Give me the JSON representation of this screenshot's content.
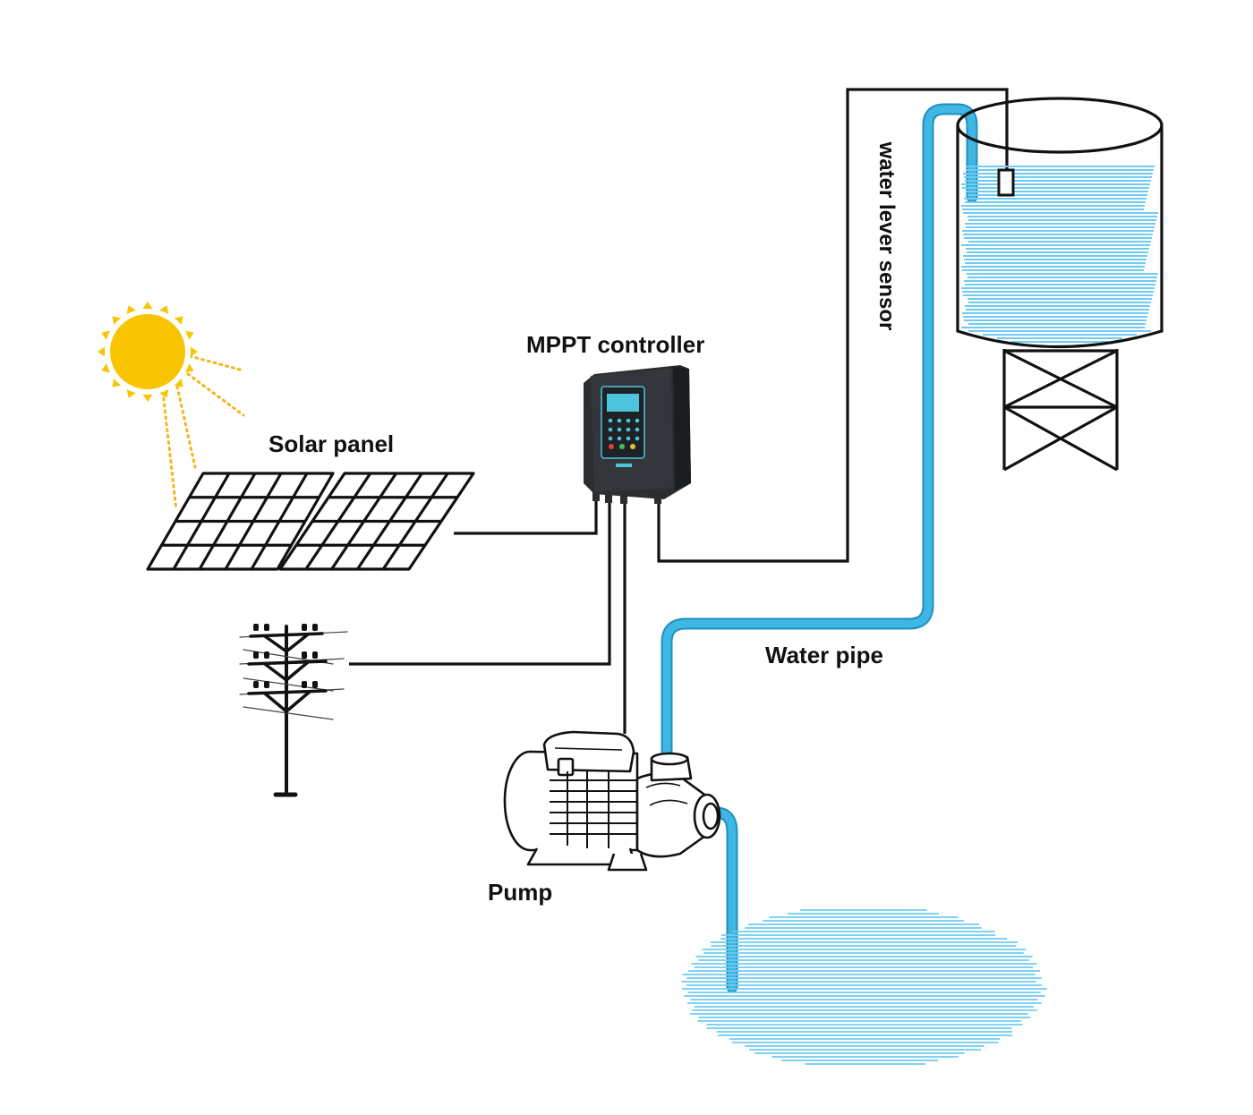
{
  "labels": {
    "mppt_controller": "MPPT controller",
    "solar_panel": "Solar panel",
    "water_pipe": "Water pipe",
    "pump": "Pump",
    "water_level_sensor": "water lever sensor"
  },
  "colors": {
    "wire": "#111111",
    "water": "#3fb6e4",
    "water_lines": "#6fcbef",
    "sun": "#f9c400",
    "sun_rays": "#f6b51a",
    "controller_body": "#2b2e31",
    "controller_screen": "#4ec3dc"
  },
  "icons": [
    "sun-icon",
    "solar-panel-icon",
    "power-pole-icon",
    "controller-icon",
    "pump-icon",
    "water-tank-icon",
    "water-source-icon",
    "level-sensor-icon"
  ]
}
